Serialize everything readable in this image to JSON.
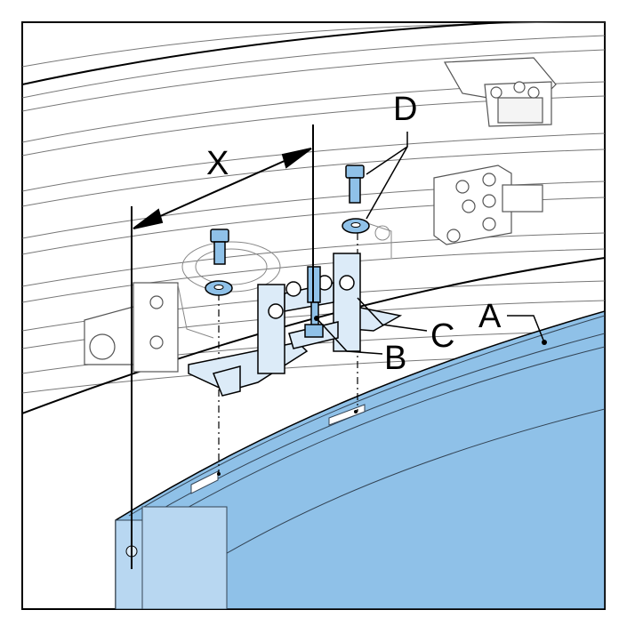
{
  "labels": {
    "x": "X",
    "a": "A",
    "b": "B",
    "c": "C",
    "d": "D"
  },
  "colors": {
    "frame": "#000000",
    "door_panel": "#8fc1e8",
    "door_panel_light": "#b8d7f1",
    "part_fill": "#dcebf8",
    "line_light": "#666666",
    "background": "#ffffff"
  }
}
